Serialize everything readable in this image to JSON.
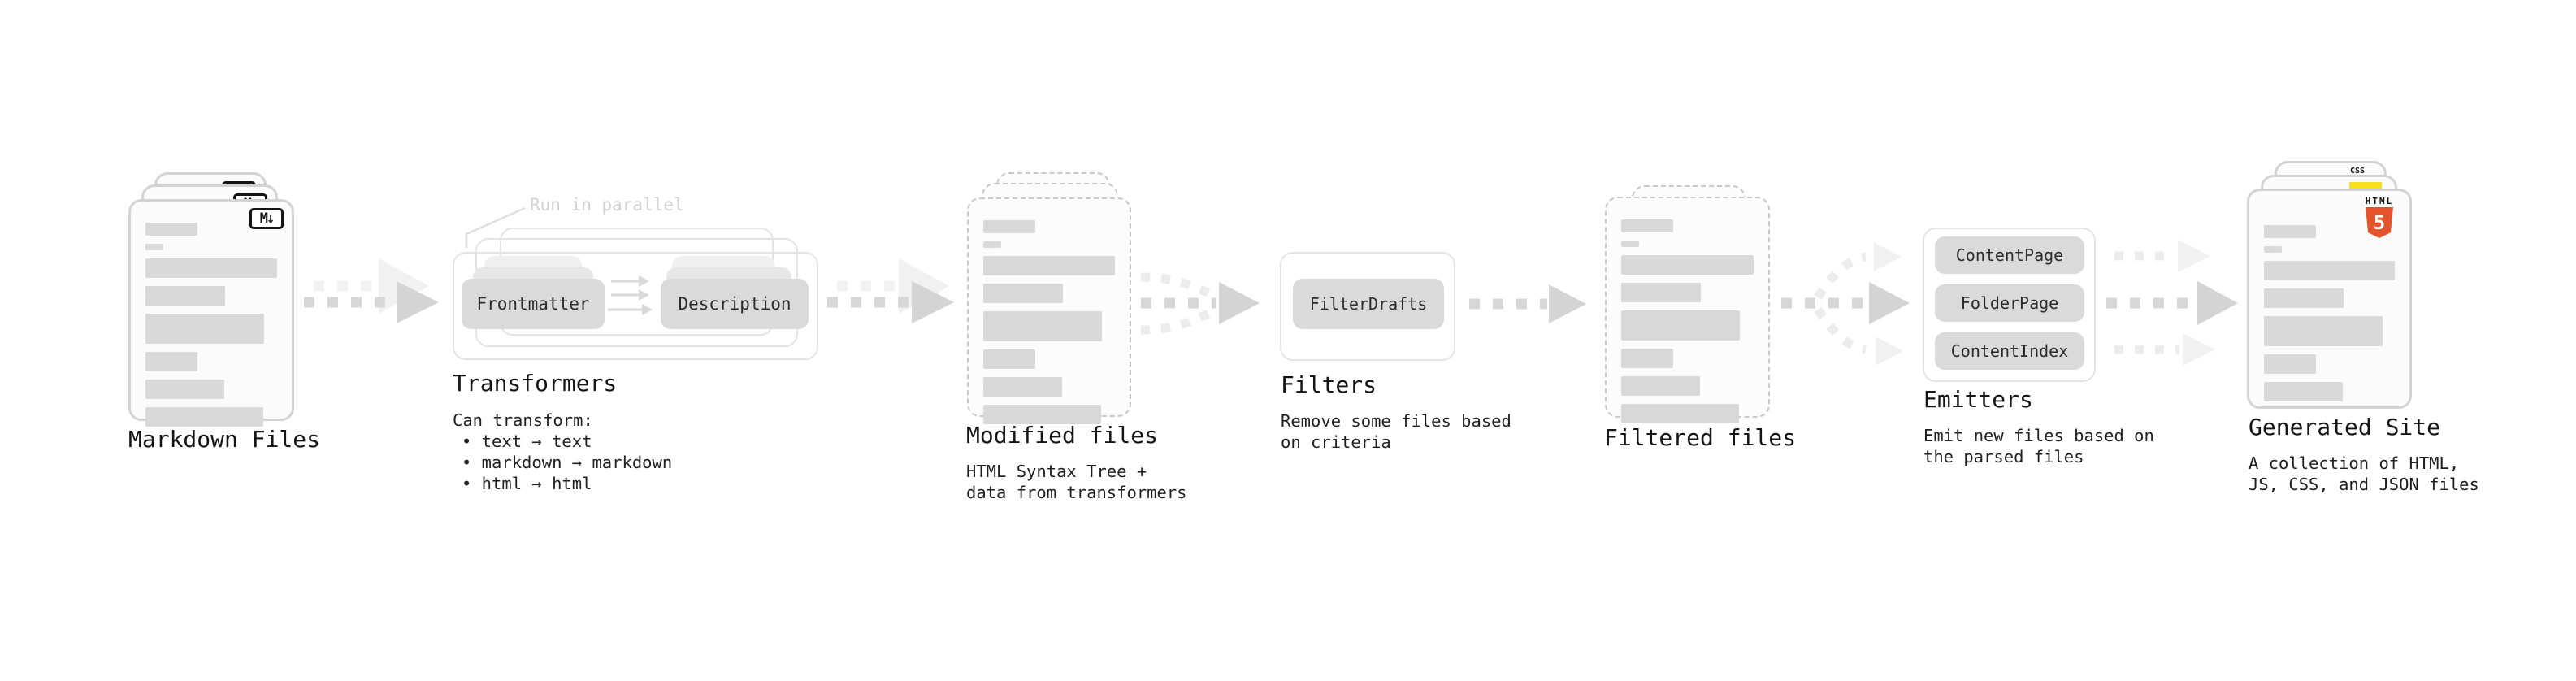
{
  "stages": {
    "markdown": {
      "label": "Markdown Files",
      "badge": "M↓"
    },
    "transformers": {
      "label": "Transformers",
      "annotation": "Run in parallel",
      "pills": {
        "from": "Frontmatter",
        "to": "Description"
      },
      "desc": [
        "Can transform:",
        "• text → text",
        "• markdown → markdown",
        "• html → html"
      ]
    },
    "modified": {
      "label": "Modified files",
      "desc": [
        "HTML Syntax Tree +",
        "data from transformers"
      ]
    },
    "filters": {
      "label": "Filters",
      "pill": "FilterDrafts",
      "desc": [
        "Remove some files based",
        "on criteria"
      ]
    },
    "filtered": {
      "label": "Filtered files"
    },
    "emitters": {
      "label": "Emitters",
      "pills": [
        "ContentPage",
        "FolderPage",
        "ContentIndex"
      ],
      "desc": [
        "Emit new files based on",
        "the parsed files"
      ]
    },
    "generated": {
      "label": "Generated Site",
      "badges": {
        "html_word": "HTML",
        "html_number": "5",
        "css_word": "CSS"
      },
      "desc": [
        "A collection of HTML,",
        "JS, CSS, and JSON files"
      ]
    }
  },
  "colors": {
    "html5_orange": "#e5532c",
    "js_yellow": "#f7df1e",
    "css_blue": "#2f6ae8",
    "skeleton_gray": "#d9d9d9",
    "pill_gray": "#dadada",
    "arrow_gray": "#d7d7d7",
    "arrow_light": "#f1f1f1",
    "card_border": "#d3d3d3",
    "dashed_border": "#c9c9c9"
  }
}
